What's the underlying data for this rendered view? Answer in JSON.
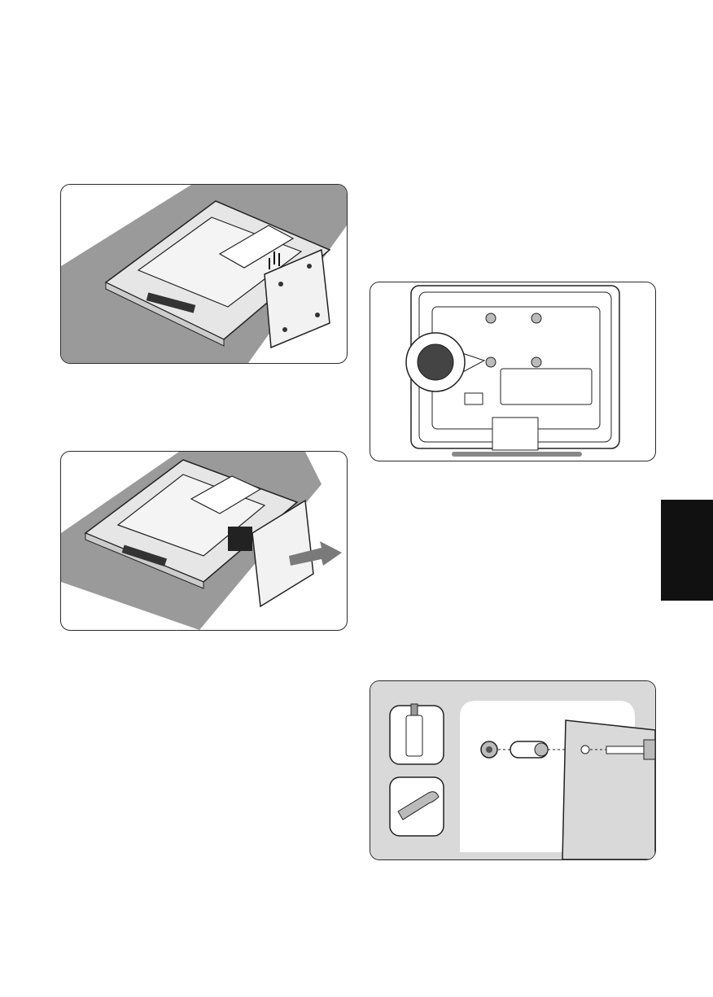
{
  "figures": [
    {
      "id": "stand-screws",
      "description_icons": [
        "tv-back-icon",
        "stand-icon",
        "screw-icon"
      ]
    },
    {
      "id": "stand-removal",
      "description_icons": [
        "tv-back-icon",
        "stand-icon",
        "arrow-icon"
      ]
    },
    {
      "id": "rear-vesa-holes",
      "description_icons": [
        "tv-rear-icon",
        "magnifier-icon",
        "power-socket-icon"
      ]
    },
    {
      "id": "wall-mount-hardware",
      "description_icons": [
        "spacer-icon",
        "wrench-icon",
        "bolt-icon"
      ]
    }
  ],
  "colors": {
    "mat": "#9a9a9a",
    "panel_border": "#2b2b2b",
    "side_tab": "#111111",
    "hardware_bg": "#d9d9d9"
  }
}
